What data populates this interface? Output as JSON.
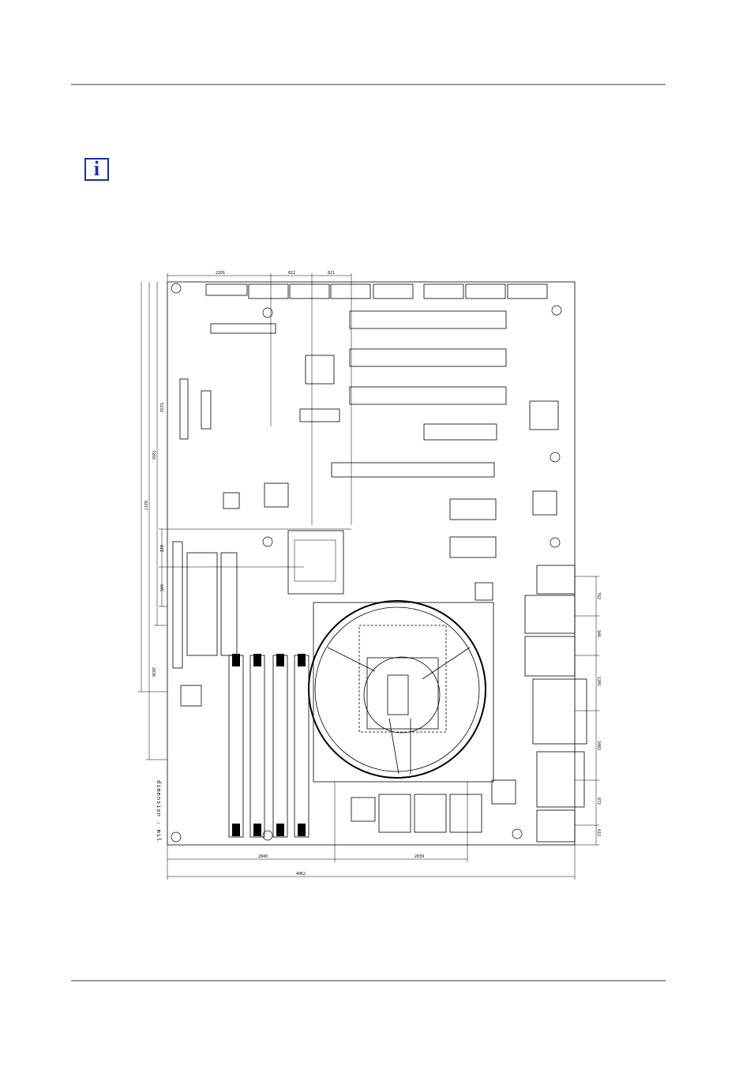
{
  "page": {
    "note_icon": "info-icon",
    "note_icon_glyph": "i"
  },
  "drawing": {
    "note": "dimension : mil",
    "dimensions": {
      "top": [
        "2201",
        "822",
        "821"
      ],
      "left": [
        "5232",
        "7265",
        "8217",
        "822",
        "645",
        "2836"
      ],
      "right": [
        "762",
        "946",
        "1201",
        "1082",
        "872",
        "612"
      ],
      "bottom": [
        "2840",
        "2039",
        "4962"
      ]
    }
  }
}
